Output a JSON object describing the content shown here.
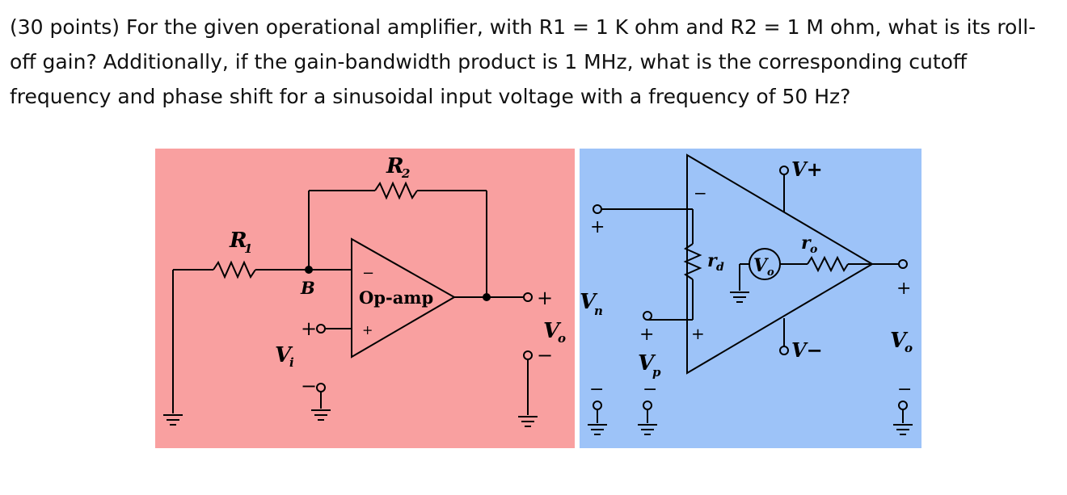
{
  "question": {
    "text": "(30 points) For the given operational amplifier, with R1 = 1 K ohm and R2 = 1 M ohm, what is its roll-off gain? Additionally, if the gain-bandwidth product is 1 MHz, what is the corresponding cutoff frequency and phase shift for a sinusoidal input voltage with a frequency of 50 Hz?"
  },
  "colors": {
    "left_panel_bg": "#F9A0A0",
    "right_panel_bg": "#9DC3F8",
    "line": "#000000"
  },
  "left_circuit": {
    "r1_label": "R",
    "r1_sub": "1",
    "r2_label": "R",
    "r2_sub": "2",
    "node_label": "B",
    "opamp_label": "Op-amp",
    "opamp_minus": "−",
    "opamp_plus": "+",
    "vi_label": "V",
    "vi_sub": "i",
    "vi_plus": "+",
    "vi_minus": "−",
    "vo_label": "V",
    "vo_sub": "o",
    "vo_plus": "+",
    "vo_minus": "−"
  },
  "right_circuit": {
    "vn_label": "V",
    "vn_sub": "n",
    "vp_label": "V",
    "vp_sub": "p",
    "rd_label": "r",
    "rd_sub": "d",
    "ro_label": "r",
    "ro_sub": "o",
    "source_label": "V",
    "source_sub": "o",
    "vplus_supply": "V+",
    "vminus_supply": "V−",
    "vo_label": "V",
    "vo_sub": "o",
    "minus_sign": "−",
    "plus_sign": "+"
  }
}
